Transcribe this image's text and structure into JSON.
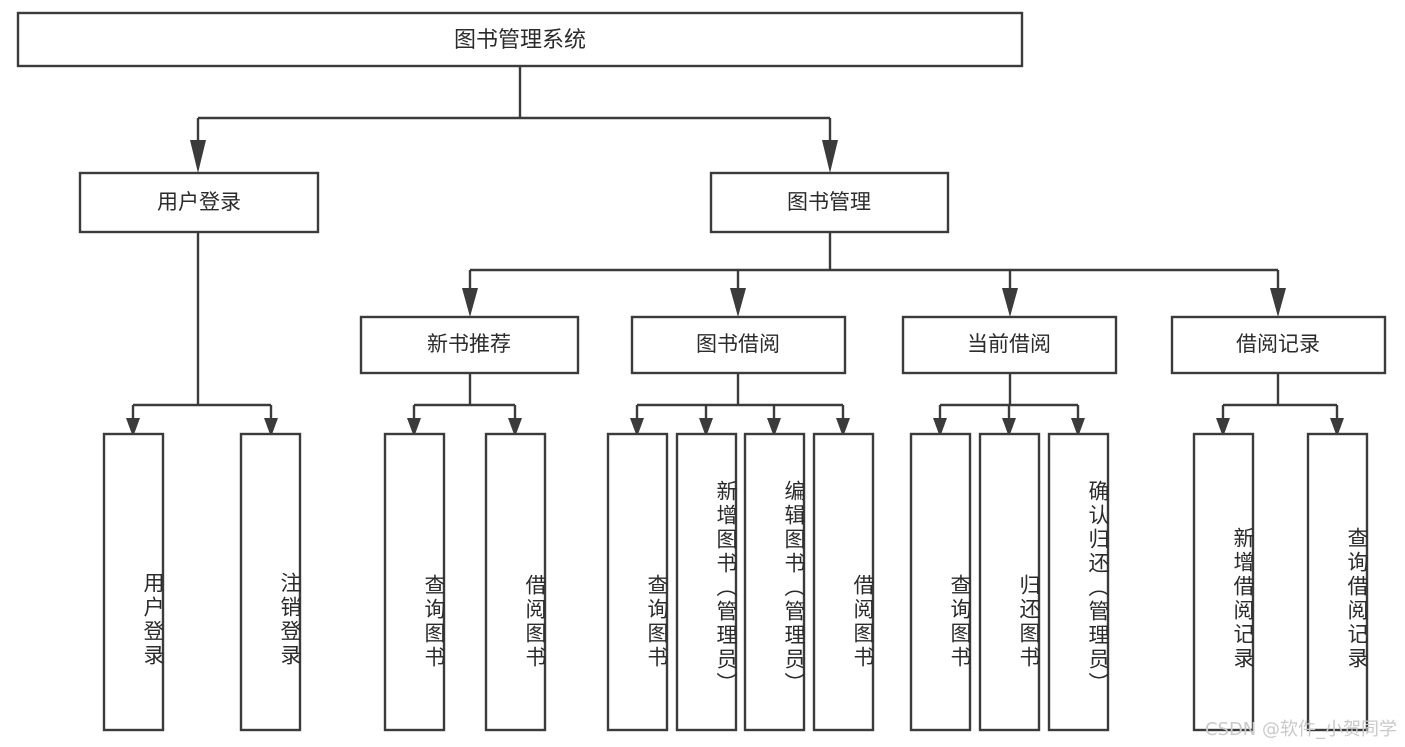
{
  "diagram": {
    "type": "tree",
    "title": "图书管理系统",
    "watermark": "CSDN @软件_小贺同学",
    "colors": {
      "stroke": "#3b3b3b",
      "box_fill": "#ffffff",
      "text": "#2b2b2b",
      "background": "#ffffff",
      "watermark": "#c9c9c9"
    },
    "levels": {
      "root": {
        "label": "图书管理系统"
      },
      "level2": [
        {
          "label": "用户登录"
        },
        {
          "label": "图书管理"
        }
      ],
      "level3": [
        {
          "label": "新书推荐"
        },
        {
          "label": "图书借阅"
        },
        {
          "label": "当前借阅"
        },
        {
          "label": "借阅记录"
        }
      ],
      "leaves": {
        "user_login": [
          {
            "label": "用户登录"
          },
          {
            "label": "注销登录"
          }
        ],
        "new_book_recommend": [
          {
            "label": "查询图书"
          },
          {
            "label": "借阅图书"
          }
        ],
        "book_borrow": [
          {
            "label": "查询图书"
          },
          {
            "label": "新增图书（管理员）"
          },
          {
            "label": "编辑图书（管理员）"
          },
          {
            "label": "借阅图书"
          }
        ],
        "current_borrow": [
          {
            "label": "查询图书"
          },
          {
            "label": "归还图书"
          },
          {
            "label": "确认归还（管理员）"
          }
        ],
        "borrow_record": [
          {
            "label": "新增借阅记录"
          },
          {
            "label": "查询借阅记录"
          }
        ]
      }
    }
  }
}
